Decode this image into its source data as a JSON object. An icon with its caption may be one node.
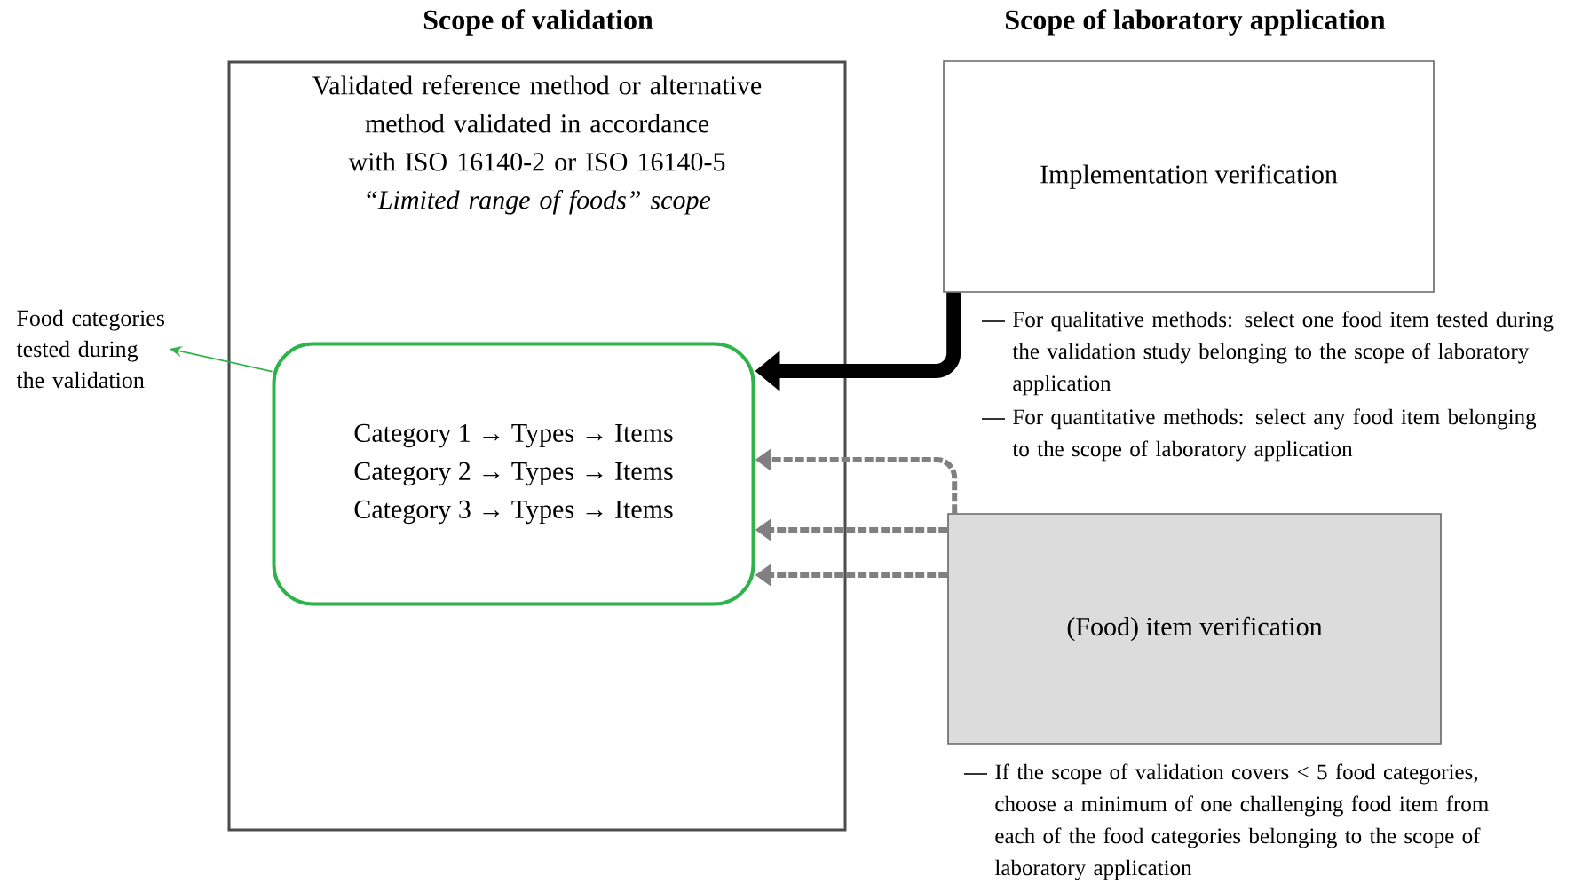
{
  "diagram": {
    "nodes": [
      {
        "text": [
          "Validated reference method or alternative method validated in accordance with ISO 16140-2 or ISO 16140-5",
          "“Limited range of foods” scope"
        ]
      },
      {
        "text": [
          "Category 1 → Types → Items",
          "Category 2 → Types → Items",
          "Category 3 → Types → Items"
        ],
        "in": 0
      },
      {
        "text": [
          "Food categories tested during the validation"
        ]
      },
      {
        "text": [
          "Implementation verification"
        ],
        "beside": [
          "For qualitative methods: select one food item tested during the validation study belonging to the scope of laboratory application",
          "For quantitative methods: select any food item belonging to the scope of laboratory application"
        ]
      },
      {
        "text": [
          "(Food) item verification"
        ],
        "beside": [
          "If the scope of validation covers < 5 food categories, choose a minimum of one challenging food item from each of the food categories belonging to the scope of laboratory application"
        ]
      }
    ],
    "edges": [
      {
        "from": 1,
        "to": 2,
        "arrow": "to",
        "color": "#2db34a"
      },
      {
        "from": 3,
        "to": 1,
        "arrow": "to",
        "style": "thick",
        "color": "#000000"
      },
      {
        "from": 4,
        "to": 1,
        "arrow": "to",
        "style": "dashed"
      },
      {
        "from": 4,
        "to": 1,
        "arrow": "to",
        "style": "dashed"
      },
      {
        "from": 4,
        "to": 1,
        "arrow": "to",
        "style": "dashed"
      }
    ],
    "labels": [
      "Scope of validation",
      "Scope of laboratory application"
    ]
  }
}
